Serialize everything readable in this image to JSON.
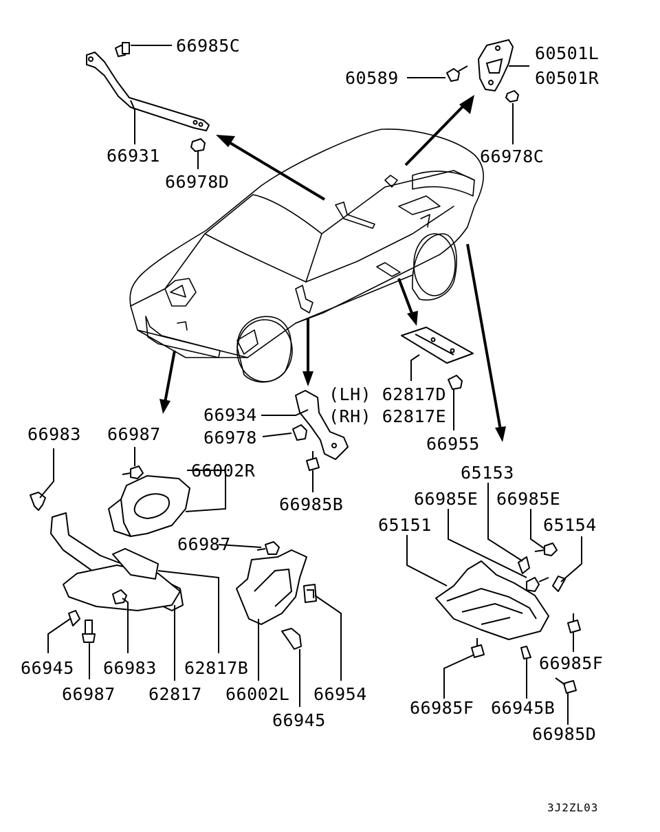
{
  "diagram": {
    "reference_code": "3J2ZL03",
    "labels": {
      "p66985C": "66985C",
      "p66931": "66931",
      "p66978D": "66978D",
      "p60589": "60589",
      "p60501L": "60501L",
      "p60501R": "60501R",
      "p66978C": "66978C",
      "p62817D": "(LH) 62817D",
      "p62817E": "(RH) 62817E",
      "p66934": "66934",
      "p66978": "66978",
      "p66985B": "66985B",
      "p66955": "66955",
      "p66983_top": "66983",
      "p66987_top": "66987",
      "p66002R": "66002R",
      "p66987_mid": "66987",
      "p66945_left": "66945",
      "p66983_bot": "66983",
      "p62817B": "62817B",
      "p66987_bot": "66987",
      "p62817": "62817",
      "p66002L": "66002L",
      "p66954": "66954",
      "p66945_mid": "66945",
      "p65153": "65153",
      "p66985E_left": "66985E",
      "p66985E_right": "66985E",
      "p65151": "65151",
      "p65154": "65154",
      "p66985F_right": "66985F",
      "p66985F_left": "66985F",
      "p66945B": "66945B",
      "p66985D": "66985D"
    }
  }
}
